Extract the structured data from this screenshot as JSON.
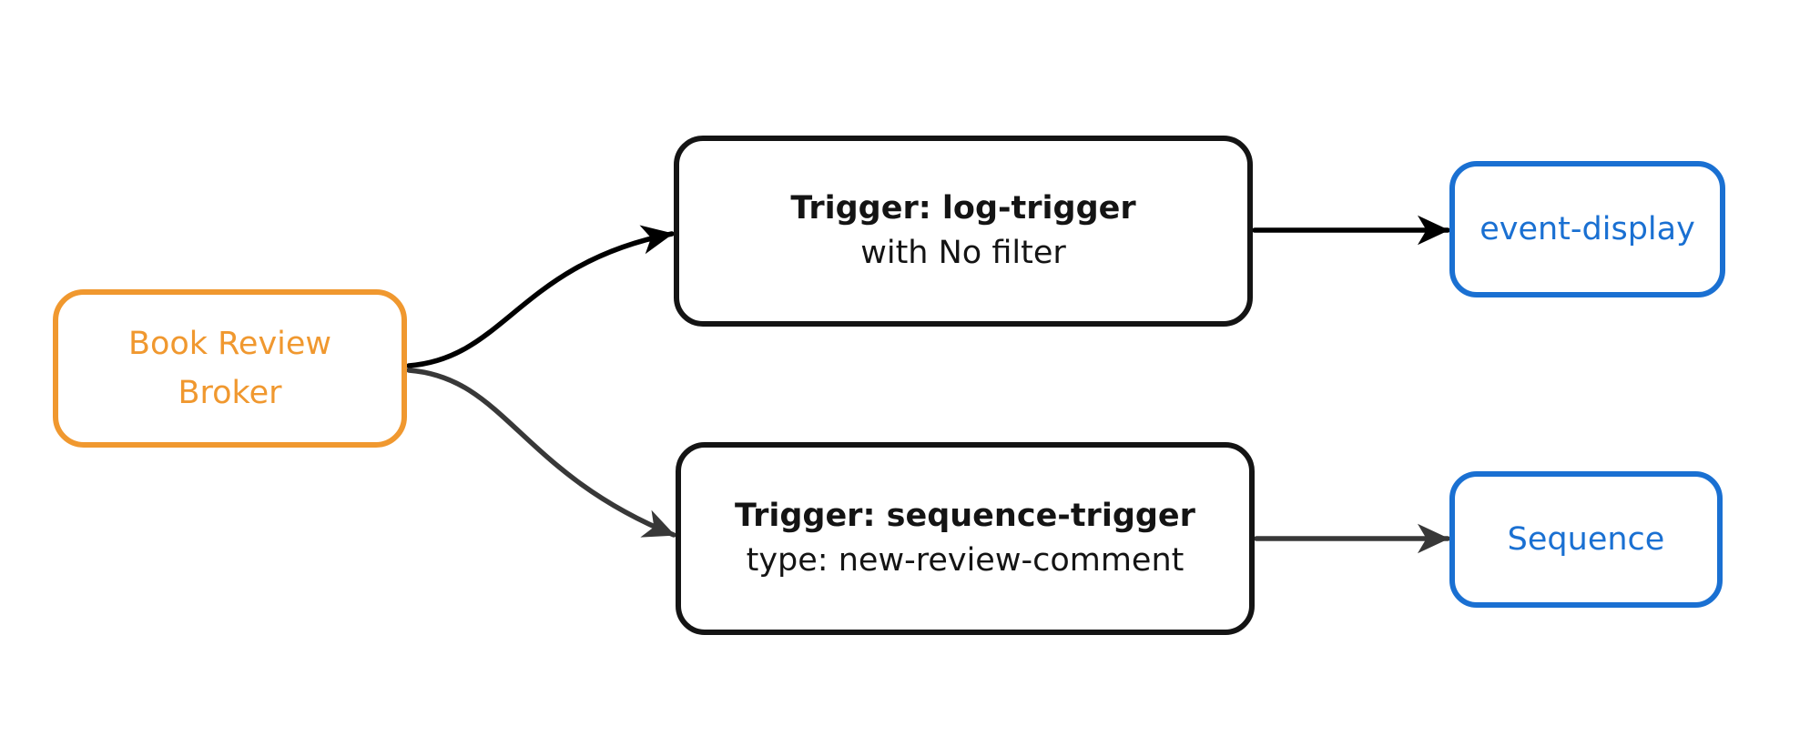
{
  "colors": {
    "background": "#ffffff",
    "broker_accent": "#f0982f",
    "trigger_accent": "#141414",
    "output_accent": "#1a70d2",
    "edge_primary": "#000000",
    "edge_secondary": "#383838"
  },
  "nodes": {
    "broker": {
      "lines": [
        "Book Review",
        "Broker"
      ]
    },
    "log_trigger": {
      "title": "Trigger: log-trigger",
      "subtitle": "with No filter"
    },
    "sequence_trigger": {
      "title": "Trigger: sequence-trigger",
      "subtitle": "type: new-review-comment"
    },
    "event_display": {
      "label": "event-display"
    },
    "sequence": {
      "label": "Sequence"
    }
  },
  "edges": [
    {
      "from": "broker",
      "to": "log_trigger"
    },
    {
      "from": "broker",
      "to": "sequence_trigger"
    },
    {
      "from": "log_trigger",
      "to": "event_display"
    },
    {
      "from": "sequence_trigger",
      "to": "sequence"
    }
  ]
}
